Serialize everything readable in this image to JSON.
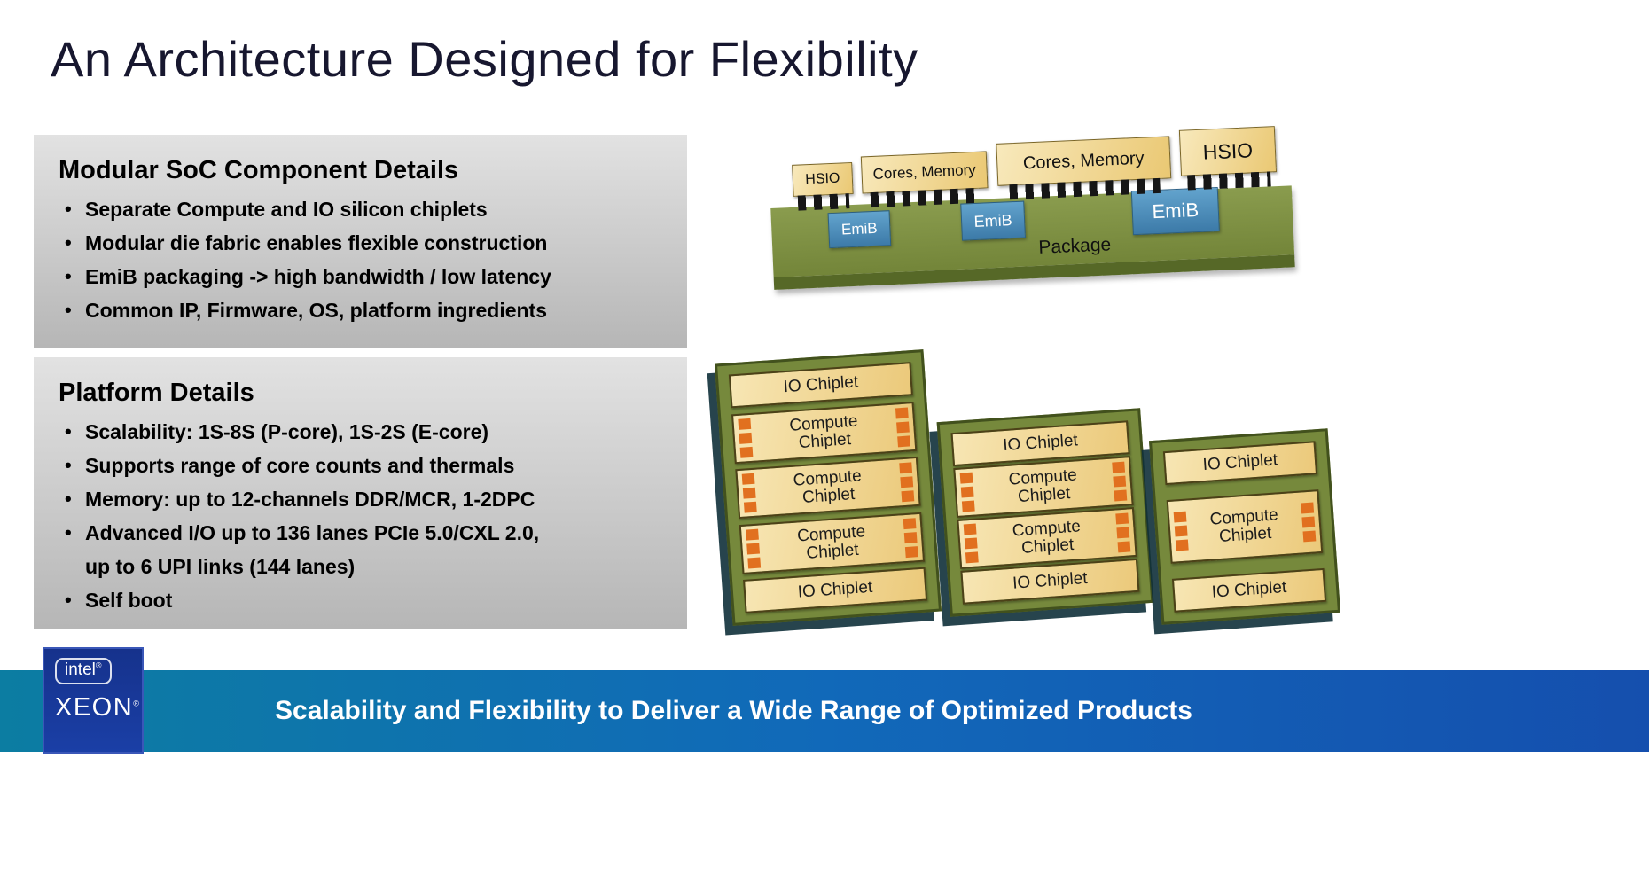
{
  "title": "An Architecture Designed for Flexibility",
  "boxes": [
    {
      "heading": "Modular SoC Component Details",
      "bullets": [
        "Separate Compute and IO silicon chiplets",
        "Modular die fabric enables flexible construction",
        "EmiB packaging -> high bandwidth / low latency",
        "Common IP, Firmware, OS, platform ingredients"
      ]
    },
    {
      "heading": "Platform Details",
      "bullets": [
        "Scalability: 1S-8S (P-core), 1S-2S (E-core)",
        "Supports range of core counts and thermals",
        "Memory: up to 12-channels DDR/MCR, 1-2DPC",
        "Advanced I/O up to 136 lanes PCIe 5.0/CXL 2.0,\nup to 6 UPI links (144 lanes)",
        "Self boot"
      ]
    }
  ],
  "package_diagram": {
    "chips": [
      "HSIO",
      "Cores, Memory",
      "Cores, Memory",
      "HSIO"
    ],
    "emib_labels": [
      "EmiB",
      "EmiB",
      "EmiB"
    ],
    "package_label": "Package"
  },
  "chiplet_boards": [
    {
      "chips": [
        {
          "type": "io",
          "label": "IO Chiplet"
        },
        {
          "type": "compute",
          "label": "Compute Chiplet"
        },
        {
          "type": "compute",
          "label": "Compute Chiplet"
        },
        {
          "type": "compute",
          "label": "Compute Chiplet"
        },
        {
          "type": "io",
          "label": "IO Chiplet"
        }
      ]
    },
    {
      "chips": [
        {
          "type": "io",
          "label": "IO Chiplet"
        },
        {
          "type": "compute",
          "label": "Compute Chiplet"
        },
        {
          "type": "compute",
          "label": "Compute Chiplet"
        },
        {
          "type": "io",
          "label": "IO Chiplet"
        }
      ]
    },
    {
      "chips": [
        {
          "type": "io",
          "label": "IO Chiplet"
        },
        {
          "type": "compute",
          "label": "Compute Chiplet"
        },
        {
          "type": "io",
          "label": "IO Chiplet"
        }
      ]
    }
  ],
  "footer": {
    "banner_text": "Scalability and Flexibility to Deliver a Wide Range of Optimized Products",
    "logo": {
      "brand": "intel",
      "product": "XEON",
      "registered": "®"
    }
  },
  "colors": {
    "pcb_green": "#76893c",
    "pcb_border": "#42511d",
    "chip_tan": "#eecd7f",
    "emib_blue": "#4a86b0",
    "pad_orange": "#e1701f",
    "banner_gradient_left": "#0c7da2",
    "banner_gradient_right": "#154fae",
    "badge_blue": "#16328c",
    "panel_gray_top": "#e0e0e0",
    "panel_gray_bottom": "#b6b6b6",
    "title_color": "#17172f"
  }
}
